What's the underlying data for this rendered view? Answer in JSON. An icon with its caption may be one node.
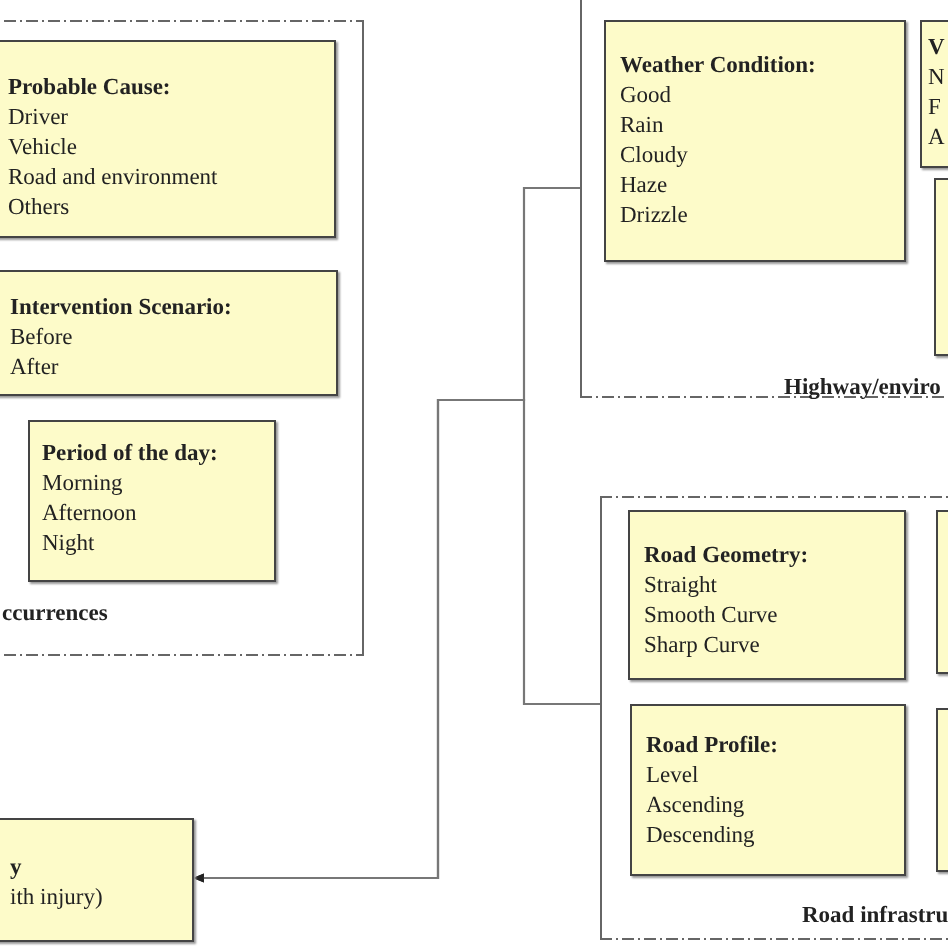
{
  "diagram": {
    "nodes": [
      {
        "text": [
          "ccurrences"
        ]
      },
      {
        "text": [
          "Probable Cause:",
          "Driver",
          "Vehicle",
          "Road and environment",
          "Others"
        ],
        "in": 0
      },
      {
        "text": [
          "Intervention Scenario:",
          "Before",
          "After"
        ],
        "in": 0
      },
      {
        "text": [
          "Period of the day:",
          "Morning",
          "Afternoon",
          "Night"
        ],
        "in": 0
      },
      {
        "text": [
          "Highway/enviro"
        ]
      },
      {
        "text": [
          "Weather Condition:",
          "Good",
          "Rain",
          "Cloudy",
          "Haze",
          "Drizzle"
        ],
        "in": 4
      },
      {
        "text": [
          "V",
          "N",
          "F",
          "A"
        ],
        "in": 4
      },
      {
        "text": [],
        "shape": "box",
        "in": 4
      },
      {
        "text": [
          "Road infrastru"
        ]
      },
      {
        "text": [
          "Road Geometry:",
          "Straight",
          "Smooth Curve",
          "Sharp Curve"
        ],
        "in": 8
      },
      {
        "text": [],
        "shape": "box",
        "in": 8
      },
      {
        "text": [
          "Road Profile:",
          "Level",
          "Ascending",
          "Descending"
        ],
        "in": 8
      },
      {
        "text": [],
        "shape": "box",
        "in": 8
      },
      {
        "text": [
          "y",
          "ith injury)"
        ]
      }
    ],
    "edges": [
      {
        "from": 4,
        "to": 13,
        "arrow": "to"
      },
      {
        "from": 8,
        "to": 13,
        "arrow": "to"
      }
    ]
  }
}
